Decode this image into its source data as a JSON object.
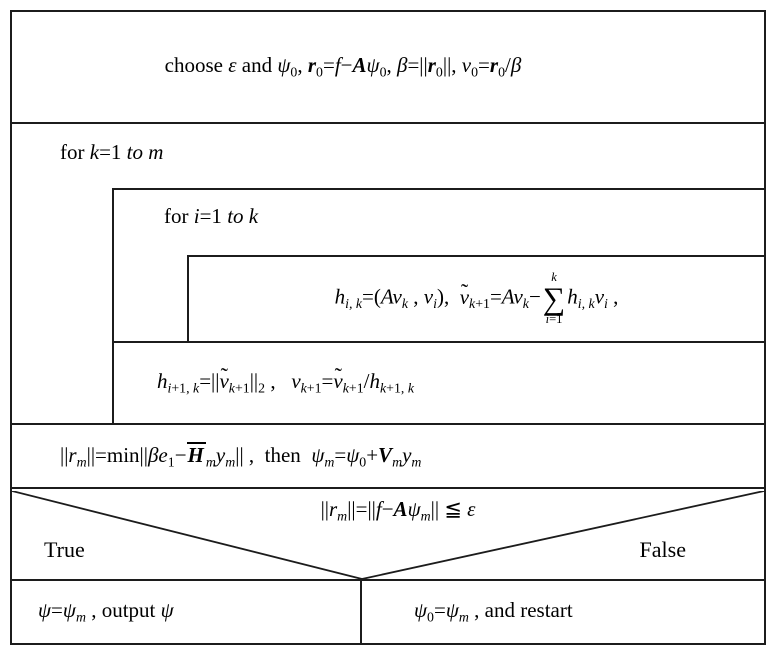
{
  "colors": {
    "line": "#1c1c1c",
    "background": "#ffffff",
    "text": "#000000"
  },
  "flowchart": {
    "init": {
      "tokens": [
        {
          "t": "choose "
        },
        {
          "i": "ε"
        },
        {
          "t": " and "
        },
        {
          "i": "ψ"
        },
        {
          "sub": [
            {
              "t": "0"
            }
          ]
        },
        {
          "t": ", "
        },
        {
          "bi": "r"
        },
        {
          "sub": [
            {
              "t": "0"
            }
          ]
        },
        {
          "t": "="
        },
        {
          "i": "f"
        },
        {
          "t": "−"
        },
        {
          "bi": "A"
        },
        {
          "i": "ψ"
        },
        {
          "sub": [
            {
              "t": "0"
            }
          ]
        },
        {
          "t": ", "
        },
        {
          "i": "β"
        },
        {
          "t": "=||"
        },
        {
          "bi": "r"
        },
        {
          "sub": [
            {
              "t": "0"
            }
          ]
        },
        {
          "t": "||, "
        },
        {
          "i": "v"
        },
        {
          "sub": [
            {
              "t": "0"
            }
          ]
        },
        {
          "t": "="
        },
        {
          "bi": "r"
        },
        {
          "sub": [
            {
              "t": "0"
            }
          ]
        },
        {
          "t": "/"
        },
        {
          "i": "β"
        }
      ]
    },
    "outer_loop": {
      "label_tokens": [
        {
          "t": "for "
        },
        {
          "i": "k"
        },
        {
          "t": "=1 "
        },
        {
          "i": "to m"
        }
      ]
    },
    "inner_loop": {
      "label_tokens": [
        {
          "t": "for "
        },
        {
          "i": "i"
        },
        {
          "t": "=1 "
        },
        {
          "i": "to k"
        }
      ]
    },
    "arnoldi_step": {
      "tokens": [
        {
          "i": "h"
        },
        {
          "sub": [
            {
              "i": "i, k"
            }
          ]
        },
        {
          "t": "=("
        },
        {
          "i": "Av"
        },
        {
          "sub": [
            {
              "i": "k"
            }
          ]
        },
        {
          "t": " , "
        },
        {
          "i": "v"
        },
        {
          "sub": [
            {
              "i": "i"
            }
          ]
        },
        {
          "t": "),  "
        },
        {
          "tilde": "v"
        },
        {
          "sub": [
            {
              "i": "k"
            },
            {
              "t": "+1"
            }
          ]
        },
        {
          "t": "="
        },
        {
          "i": "Av"
        },
        {
          "sub": [
            {
              "i": "k"
            }
          ]
        },
        {
          "t": "−"
        },
        {
          "sum": {
            "top": [
              {
                "i": "k"
              }
            ],
            "bot": [
              {
                "i": "i"
              },
              {
                "t": "=1"
              }
            ]
          }
        },
        {
          "i": "h"
        },
        {
          "sub": [
            {
              "i": "i, k"
            }
          ]
        },
        {
          "i": "v"
        },
        {
          "sub": [
            {
              "i": "i"
            }
          ]
        },
        {
          "t": " ,"
        }
      ]
    },
    "normalize_step": {
      "tokens": [
        {
          "i": "h"
        },
        {
          "sub": [
            {
              "i": "i"
            },
            {
              "t": "+1, "
            },
            {
              "i": "k"
            }
          ]
        },
        {
          "t": "=||"
        },
        {
          "tilde": "v"
        },
        {
          "sub": [
            {
              "i": "k"
            },
            {
              "t": "+1"
            }
          ]
        },
        {
          "t": "||"
        },
        {
          "sub": [
            {
              "t": "2"
            }
          ]
        },
        {
          "t": " ,   "
        },
        {
          "i": "v"
        },
        {
          "sub": [
            {
              "i": "k"
            },
            {
              "t": "+1"
            }
          ]
        },
        {
          "t": "="
        },
        {
          "tilde": "v"
        },
        {
          "sub": [
            {
              "i": "k"
            },
            {
              "t": "+1"
            }
          ]
        },
        {
          "t": "/"
        },
        {
          "i": "h"
        },
        {
          "sub": [
            {
              "i": "k"
            },
            {
              "t": "+1, "
            },
            {
              "i": "k"
            }
          ]
        }
      ]
    },
    "residual_step": {
      "tokens": [
        {
          "t": "||"
        },
        {
          "i": "r"
        },
        {
          "sub": [
            {
              "i": "m"
            }
          ]
        },
        {
          "t": "||=min||"
        },
        {
          "i": "βe"
        },
        {
          "sub": [
            {
              "t": "1"
            }
          ]
        },
        {
          "t": "−"
        },
        {
          "ol": [
            {
              "bi": "H"
            }
          ]
        },
        {
          "sub": [
            {
              "i": "m"
            }
          ]
        },
        {
          "i": "y"
        },
        {
          "sub": [
            {
              "i": "m"
            }
          ]
        },
        {
          "t": "|| ,  then  "
        },
        {
          "i": "ψ"
        },
        {
          "sub": [
            {
              "i": "m"
            }
          ]
        },
        {
          "t": "="
        },
        {
          "i": "ψ"
        },
        {
          "sub": [
            {
              "t": "0"
            }
          ]
        },
        {
          "t": "+"
        },
        {
          "bi": "V"
        },
        {
          "sub": [
            {
              "i": "m"
            }
          ]
        },
        {
          "i": "y"
        },
        {
          "sub": [
            {
              "i": "m"
            }
          ]
        }
      ]
    },
    "decision": {
      "condition_tokens": [
        {
          "t": "||"
        },
        {
          "i": "r"
        },
        {
          "sub": [
            {
              "i": "m"
            }
          ]
        },
        {
          "t": "||=||"
        },
        {
          "i": "f"
        },
        {
          "t": "−"
        },
        {
          "bi": "A"
        },
        {
          "i": "ψ"
        },
        {
          "sub": [
            {
              "i": "m"
            }
          ]
        },
        {
          "t": "|| "
        },
        {
          "t": "≦ "
        },
        {
          "i": "ε"
        }
      ],
      "true_label": "True",
      "false_label": "False"
    },
    "branch_true": {
      "tokens": [
        {
          "i": "ψ"
        },
        {
          "t": "="
        },
        {
          "i": "ψ"
        },
        {
          "sub": [
            {
              "i": "m"
            }
          ]
        },
        {
          "t": " , output "
        },
        {
          "i": "ψ"
        }
      ]
    },
    "branch_false": {
      "tokens": [
        {
          "i": "ψ"
        },
        {
          "sub": [
            {
              "t": "0"
            }
          ]
        },
        {
          "t": "="
        },
        {
          "i": "ψ"
        },
        {
          "sub": [
            {
              "i": "m"
            }
          ]
        },
        {
          "t": " , and restart"
        }
      ]
    }
  }
}
